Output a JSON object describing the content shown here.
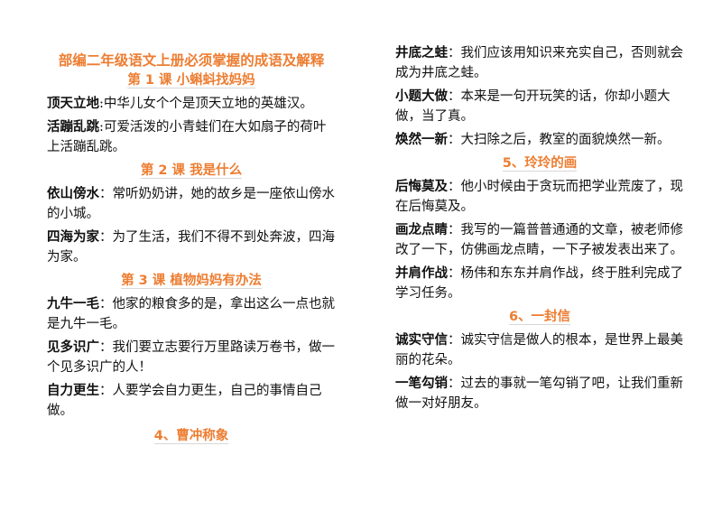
{
  "document": {
    "title": "部编二年级语文上册必须掌握的成语及解释"
  },
  "left": {
    "lesson1": {
      "heading": "第 1 课  小蝌蚪找妈妈",
      "entries": [
        {
          "term": "顶天立地",
          "sep": ":",
          "desc": "中华儿女个个是顶天立地的英雄汉。"
        },
        {
          "term": "活蹦乱跳",
          "sep": ":",
          "desc": "可爱活泼的小青蛙们在大如扇子的荷叶上活蹦乱跳。"
        }
      ]
    },
    "lesson2": {
      "heading": "第 2 课  我是什么",
      "entries": [
        {
          "term": "依山傍水",
          "sep": "：",
          "desc": "常听奶奶讲，她的故乡是一座依山傍水的小城。"
        },
        {
          "term": "四海为家",
          "sep": "：",
          "desc": "为了生活，我们不得不到处奔波，四海为家。"
        }
      ]
    },
    "lesson3": {
      "heading": "第 3 课  植物妈妈有办法",
      "entries": [
        {
          "term": "九牛一毛",
          "sep": "：",
          "desc": "他家的粮食多的是，拿出这么一点也就是九牛一毛。"
        },
        {
          "term": "见多识广",
          "sep": "：",
          "desc": "我们要立志要行万里路读万卷书，做一个见多识广的人！"
        },
        {
          "term": "自力更生",
          "sep": "：",
          "desc": "人要学会自力更生，自己的事情自己做。"
        }
      ]
    },
    "lesson4": {
      "heading": "4、曹冲称象"
    }
  },
  "right": {
    "lesson4_entries": [
      {
        "term": "井底之蛙",
        "sep": "：",
        "desc": "我们应该用知识来充实自己，否则就会成为井底之蛙。"
      },
      {
        "term": "小题大做",
        "sep": "：",
        "desc": "本来是一句开玩笑的话，你却小题大做，当了真。"
      },
      {
        "term": "焕然一新",
        "sep": "：",
        "desc": "大扫除之后，教室的面貌焕然一新。"
      }
    ],
    "lesson5": {
      "heading": "5、玲玲的画",
      "entries": [
        {
          "term": "后悔莫及",
          "sep": "：",
          "desc": "他小时候由于贪玩而把学业荒废了，现在后悔莫及。"
        },
        {
          "term": "画龙点睛",
          "sep": "：",
          "desc": "我写的一篇普普通通的文章，被老师修改了一下，仿佛画龙点睛，一下子被发表出来了。"
        },
        {
          "term": "并肩作战",
          "sep": "：",
          "desc": "杨伟和东东并肩作战，终于胜利完成了学习任务。"
        }
      ]
    },
    "lesson6": {
      "heading": "6、一封信",
      "entries": [
        {
          "term": "诚实守信",
          "sep": "：",
          "desc": "诚实守信是做人的根本，是世界上最美丽的花朵。"
        },
        {
          "term": "一笔勾销",
          "sep": "：",
          "desc": "过去的事就一笔勾销了吧，让我们重新做一对好朋友。"
        }
      ]
    }
  },
  "colors": {
    "heading": "#ED7D31",
    "text": "#111111"
  }
}
